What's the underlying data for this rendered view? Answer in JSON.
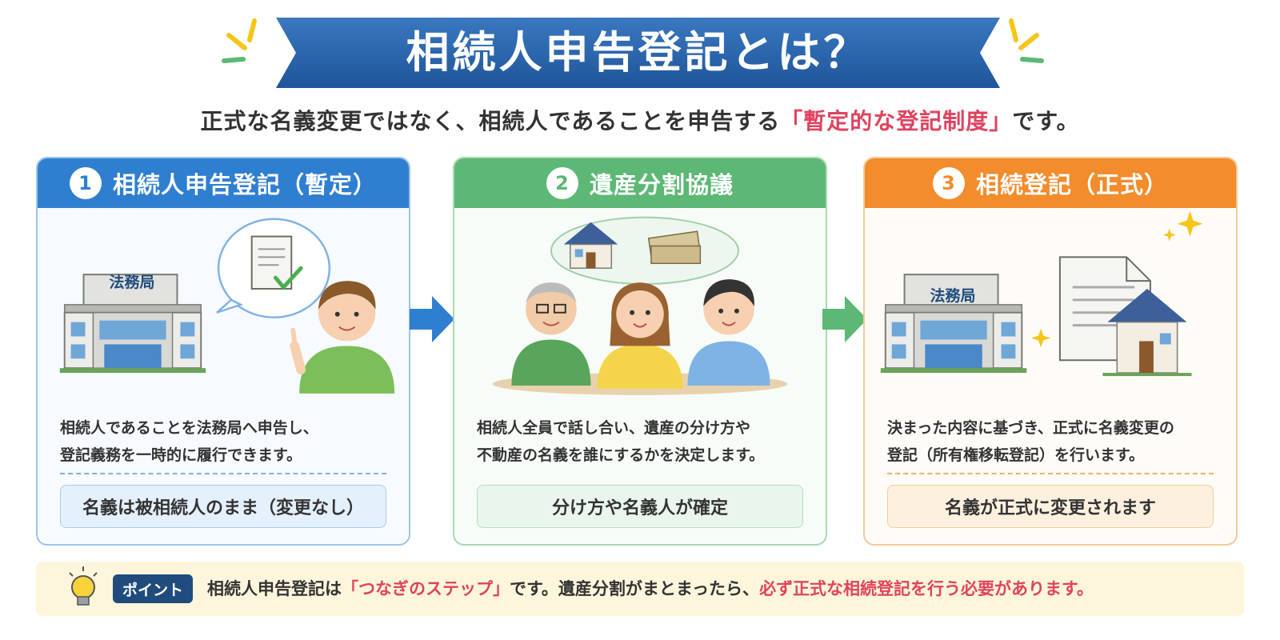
{
  "title": "相続人申告登記とは？",
  "subtitle": {
    "before": "正式な名義変更ではなく、相続人であることを申告する",
    "highlight": "「暫定的な登記制度」",
    "after": "です。"
  },
  "colors": {
    "banner": "#2a63a8",
    "accent_red": "#e0435e",
    "step1": "#2f7fd0",
    "step2": "#5cb874",
    "step3": "#f28c2c",
    "point_badge": "#1f4c7c"
  },
  "steps": [
    {
      "number": "1",
      "title": "相続人申告登記（暫定）",
      "building_label": "法務局",
      "desc_line1": "相続人であることを法務局へ申告し、",
      "desc_line2": "登記義務を一時的に履行できます。",
      "result": "名義は被相続人のまま（変更なし）",
      "icons": [
        "building-icon",
        "document-check-icon",
        "person-icon"
      ]
    },
    {
      "number": "2",
      "title": "遺産分割協議",
      "desc_line1": "相続人全員で話し合い、遺産の分け方や",
      "desc_line2": "不動産の名義を誰にするかを決定します。",
      "result": "分け方や名義人が確定",
      "icons": [
        "house-icon",
        "money-icon",
        "family-icon"
      ]
    },
    {
      "number": "3",
      "title": "相続登記（正式）",
      "building_label": "法務局",
      "desc_line1": "決まった内容に基づき、正式に名義変更の",
      "desc_line2": "登記（所有権移転登記）を行います。",
      "result": "名義が正式に変更されます",
      "icons": [
        "building-icon",
        "document-icon",
        "house-icon",
        "sparkle-icon"
      ]
    }
  ],
  "point": {
    "badge": "ポイント",
    "text1": "相続人申告登記は",
    "highlight1": "「つなぎのステップ」",
    "text2": "です。遺産分割がまとまったら、",
    "highlight2": "必ず正式な相続登記を行う必要があります。"
  }
}
